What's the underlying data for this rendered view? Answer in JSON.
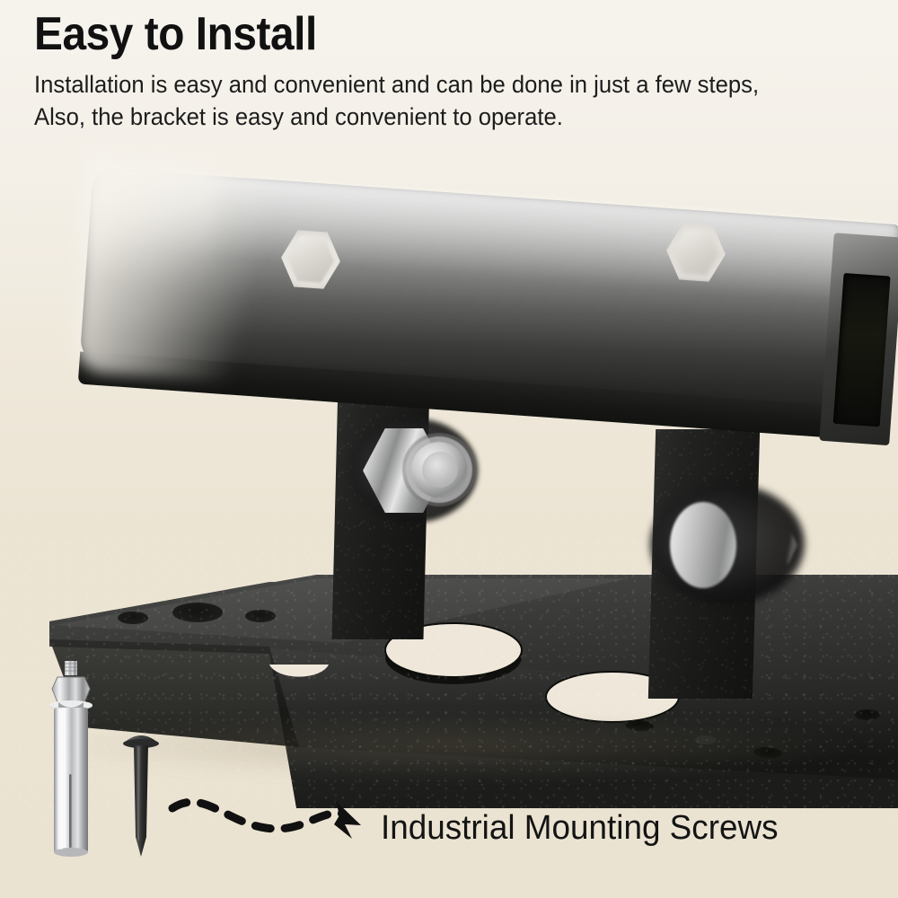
{
  "page": {
    "background_top_color": "#f6f3ed",
    "background_bottom_color": "#ebe3d1",
    "text_color": "#111111"
  },
  "header": {
    "title": "Easy to Install",
    "subtitle_line_1": "Installation is easy and convenient and can be done in just a few steps,",
    "subtitle_line_2": "Also, the bracket is easy and convenient to operate."
  },
  "callout": {
    "caption": "Industrial Mounting Screws",
    "arrow": "dashed-curved-arrow-right"
  },
  "product": {
    "name": "wall mounting bracket",
    "bar_color": "#232422",
    "plate_color": "#1a1b19",
    "hardware_color": "#c9c9c9",
    "parts": [
      {
        "label": "horizontal-square-tube-bar"
      },
      {
        "label": "hex-bolt-on-bar-left"
      },
      {
        "label": "hex-bolt-on-bar-right"
      },
      {
        "label": "vertical-post-left"
      },
      {
        "label": "vertical-post-right"
      },
      {
        "label": "chrome-nut-left"
      },
      {
        "label": "chrome-hex-bolt-right"
      },
      {
        "label": "base-mounting-plate"
      },
      {
        "label": "wedge-anchor-bolt"
      },
      {
        "label": "black-wood-screw"
      }
    ]
  }
}
